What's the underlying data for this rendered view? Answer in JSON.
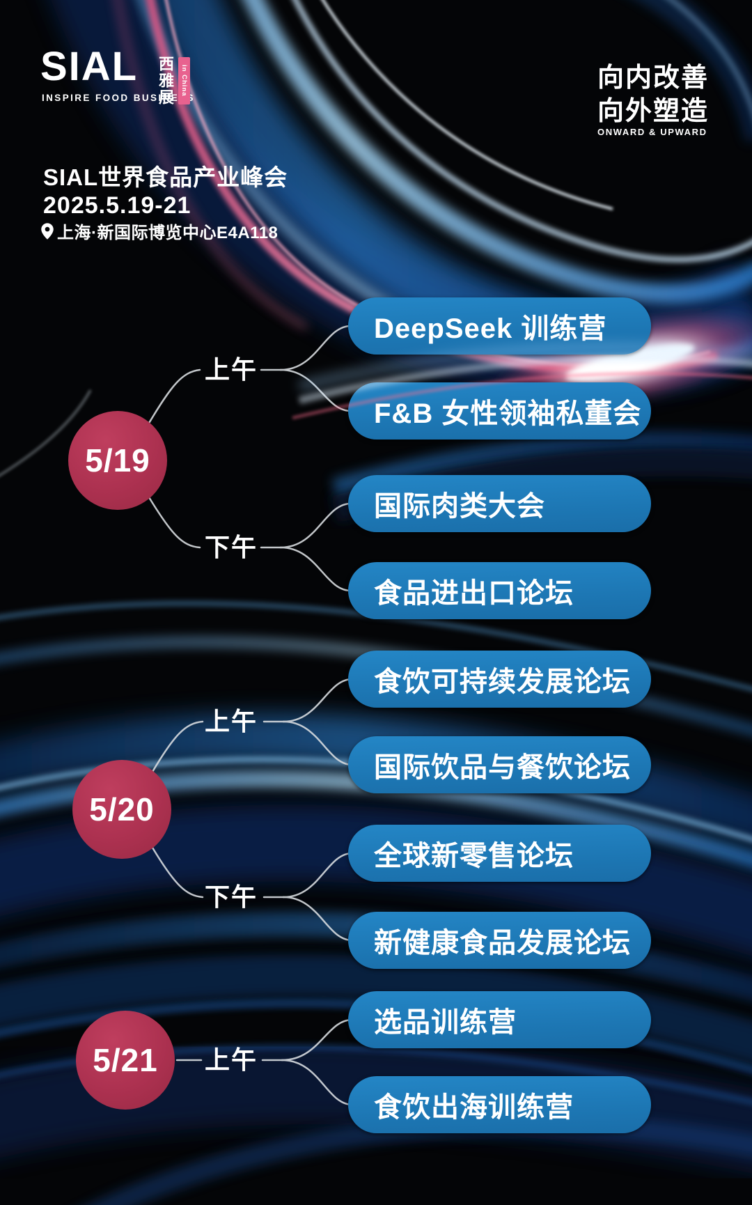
{
  "header": {
    "logo": {
      "brand": "SIAL",
      "tagline": "INSPIRE FOOD BUSINESS",
      "cn_vertical": "西雅展",
      "badge": "in China"
    },
    "motto": {
      "line1": "向内改善",
      "line2": "向外塑造",
      "line3": "ONWARD & UPWARD"
    },
    "event": {
      "title": "SIAL世界食品产业峰会",
      "dates": "2025.5.19-21",
      "venue": "上海·新国际博览中心E4A118"
    }
  },
  "icons": {
    "venue_pin": "location-pin-icon"
  },
  "colors": {
    "background": "#040507",
    "date_circle_red": "#ac3150",
    "pill_blue": "#1d77b4",
    "badge_pink": "#e8628f",
    "text_white": "#ffffff",
    "connector_gray": "#d7dbdf"
  },
  "schedule": [
    {
      "date": "5/19",
      "sessions": [
        {
          "time": "上午",
          "events": [
            "DeepSeek 训练营",
            "F&B 女性领袖私董会"
          ]
        },
        {
          "time": "下午",
          "events": [
            "国际肉类大会",
            "食品进出口论坛"
          ]
        }
      ]
    },
    {
      "date": "5/20",
      "sessions": [
        {
          "time": "上午",
          "events": [
            "食饮可持续发展论坛",
            "国际饮品与餐饮论坛"
          ]
        },
        {
          "time": "下午",
          "events": [
            "全球新零售论坛",
            "新健康食品发展论坛"
          ]
        }
      ]
    },
    {
      "date": "5/21",
      "sessions": [
        {
          "time": "上午",
          "events": [
            "选品训练营",
            "食饮出海训练营"
          ]
        }
      ]
    }
  ]
}
